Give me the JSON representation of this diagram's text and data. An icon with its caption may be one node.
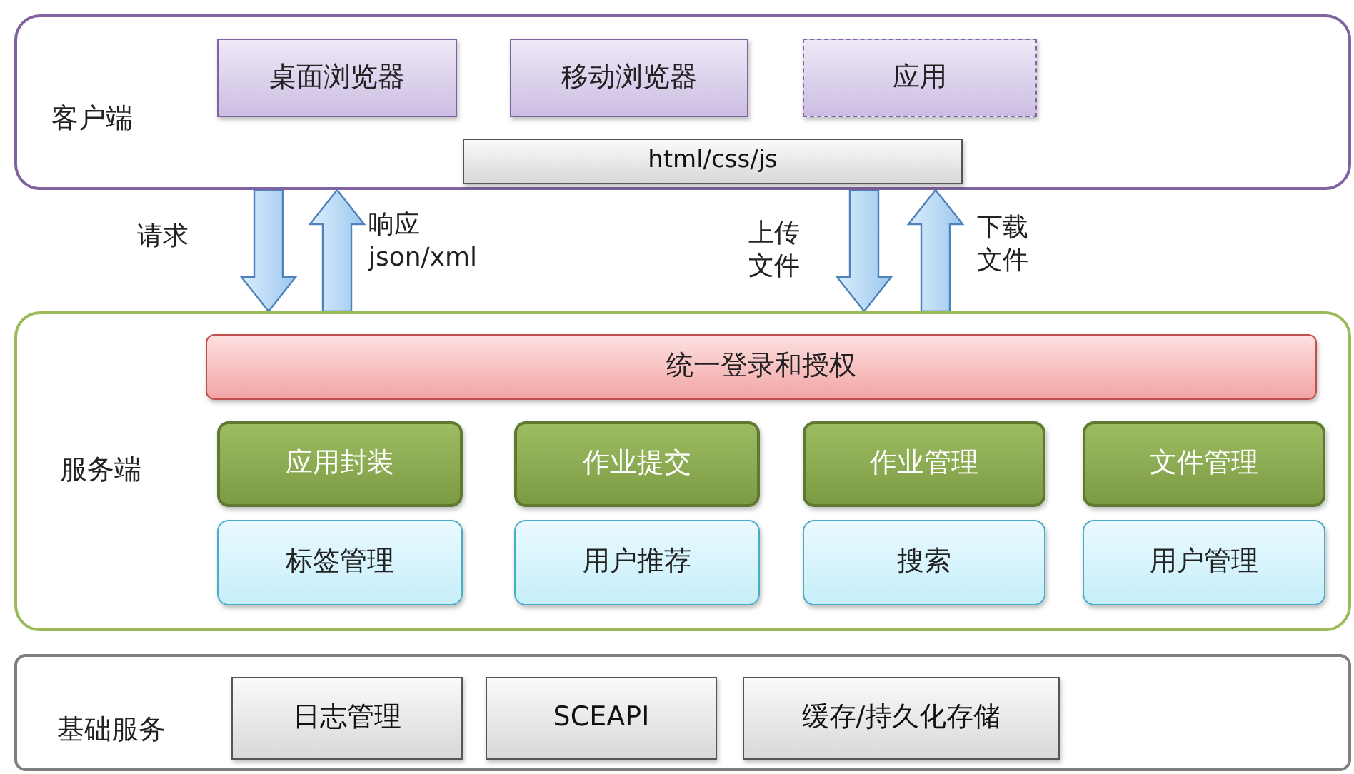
{
  "diagram": {
    "nodes": [
      {
        "text": [
          "客户端"
        ]
      },
      {
        "text": [
          "桌面浏览器"
        ],
        "in": 0
      },
      {
        "text": [
          "移动浏览器"
        ],
        "in": 0
      },
      {
        "text": [
          "应用"
        ],
        "in": 0
      },
      {
        "text": [
          "html/css/js"
        ],
        "in": 0
      },
      {
        "text": [
          "服务端"
        ]
      },
      {
        "text": [
          "统一登录和授权"
        ],
        "in": 5
      },
      {
        "text": [
          "应用封装"
        ],
        "in": 5
      },
      {
        "text": [
          "作业提交"
        ],
        "in": 5
      },
      {
        "text": [
          "作业管理"
        ],
        "in": 5
      },
      {
        "text": [
          "文件管理"
        ],
        "in": 5
      },
      {
        "text": [
          "标签管理"
        ],
        "in": 5
      },
      {
        "text": [
          "用户推荐"
        ],
        "in": 5
      },
      {
        "text": [
          "搜索"
        ],
        "in": 5
      },
      {
        "text": [
          "用户管理"
        ],
        "in": 5
      },
      {
        "text": [
          "基础服务"
        ]
      },
      {
        "text": [
          "日志管理"
        ],
        "in": 15
      },
      {
        "text": [
          "SCEAPI"
        ],
        "in": 15
      },
      {
        "text": [
          "缓存/持久化存储"
        ],
        "in": 15
      }
    ],
    "edges": [
      {
        "from": 0,
        "to": 5,
        "arrow": "to",
        "label": "请求"
      },
      {
        "from": 5,
        "to": 0,
        "arrow": "to",
        "label": "响应 json/xml"
      },
      {
        "from": 0,
        "to": 5,
        "arrow": "to",
        "label": "上传文件"
      },
      {
        "from": 5,
        "to": 0,
        "arrow": "to",
        "label": "下载文件"
      }
    ]
  }
}
